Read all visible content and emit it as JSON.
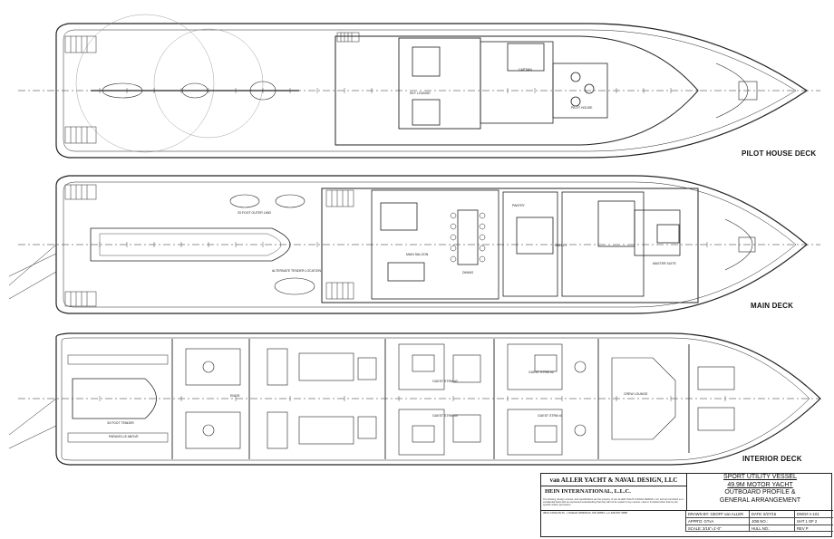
{
  "decks": [
    {
      "name": "PILOT HOUSE DECK"
    },
    {
      "name": "MAIN DECK"
    },
    {
      "name": "INTERIOR DECK"
    }
  ],
  "room_labels": {
    "sky_lounge": "SKY LOUNGE",
    "captain": "CAPTAIN",
    "pilot_house": "PILOT HOUSE",
    "tender_limo": "33 FOOT OUTER LIMO",
    "main_saloon": "MAIN SALOON",
    "dining": "DINING",
    "pantry": "PANTRY",
    "galley": "GALLEY",
    "master_suite": "MASTER SUITE",
    "alt_tender": "ALTERNATE TENDER LOCATION",
    "guest_strm_3": "GUEST STRM #3",
    "guest_strm_4": "GUEST STRM #4",
    "guest_strm_2": "GUEST STRM #2",
    "guest_strm_1": "GUEST STRM #1",
    "crew_lounge": "CREW LOUNGE",
    "tender_bay": "33 FOOT TENDER",
    "engine": "ENGR.",
    "paravelle": "PARAVELLE ABOVE"
  },
  "title_block": {
    "firm": "van ALLER YACHT & NAVAL DESIGN, LLC",
    "address": "3812 CARLOS PL. | OCEAN SPRINGS, MS 39564 | +1 228 257 2865",
    "client_firm": "HEIN INTERNATIONAL, L.L.C.",
    "notice": "The drawing, design concept, and specifications are the property of van ALLER YACHT & NAVAL DESIGN, LLC and are furnished on a confidential basis with an expressed understanding that they will not be copied in any manner, used or furnished other than by the specific written permission.",
    "project_line1": "SPORT UTILITY VESSEL",
    "project_line2": "49.9M MOTOR YACHT",
    "project_line3": "OUTBOARD PROFILE &",
    "project_line4": "GENERAL ARRANGEMENT",
    "drawn_by": "DRAWN BY: GEOFF van ALLER",
    "date": "DATE: 5/27/15",
    "dwg": "DWG# A-101",
    "approved": "APPR'D: GTvA",
    "job": "JOB NO.:",
    "sheet": "SHT 1 OF 2",
    "scale": "SCALE: 3/16\"=1'-0\"",
    "hull": "HULL NO.:",
    "rev": "REV P"
  }
}
